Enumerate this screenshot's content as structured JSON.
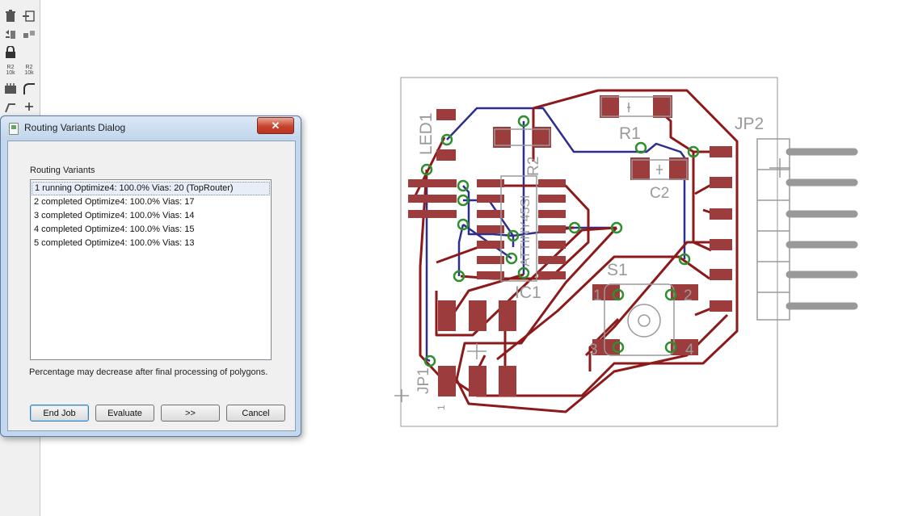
{
  "dialog": {
    "title": "Routing Variants Dialog",
    "close_symbol": "✕",
    "group_label": "Routing Variants",
    "variants": [
      "1 running Optimize4:  100.0%  Vias: 20 (TopRouter)",
      "2 completed Optimize4:  100.0%  Vias: 17",
      "3 completed Optimize4:  100.0%  Vias: 14",
      "4 completed Optimize4:  100.0%  Vias: 15",
      "5 completed Optimize4:  100.0%  Vias: 13"
    ],
    "selected_index": 0,
    "note": "Percentage may decrease after final processing of polygons.",
    "buttons": {
      "end_job": "End Job",
      "evaluate": "Evaluate",
      "next": ">>",
      "cancel": "Cancel"
    }
  },
  "toolbar": {
    "icons": [
      "delete-icon",
      "split-icon",
      "mirror-icon",
      "group-icon",
      "lock-icon",
      "name-icon",
      "value-icon",
      "smash-icon",
      "miter-icon",
      "wire-icon",
      "add-icon"
    ],
    "name_label": "R2",
    "name_sub": "10k",
    "value_label": "R2",
    "value_sub": "10k"
  },
  "board": {
    "labels": {
      "led": "LED1",
      "r1": "R1",
      "r2": "R2",
      "c2": "C2",
      "ic": "IC1",
      "ic_part": "ATTINY45SI",
      "s1": "S1",
      "jp1": "JP1",
      "jp2": "JP2",
      "pin1": "1",
      "pin2": "2",
      "pin3": "3",
      "pin4": "4",
      "jp1_pin": "1"
    },
    "colors": {
      "top_copper": "#8c1a1a",
      "pad": "#9c3c3c",
      "bottom_copper": "#2e2e8e",
      "via": "#2f8f2f",
      "outline": "#9a9a9a",
      "header": "#999999"
    }
  }
}
